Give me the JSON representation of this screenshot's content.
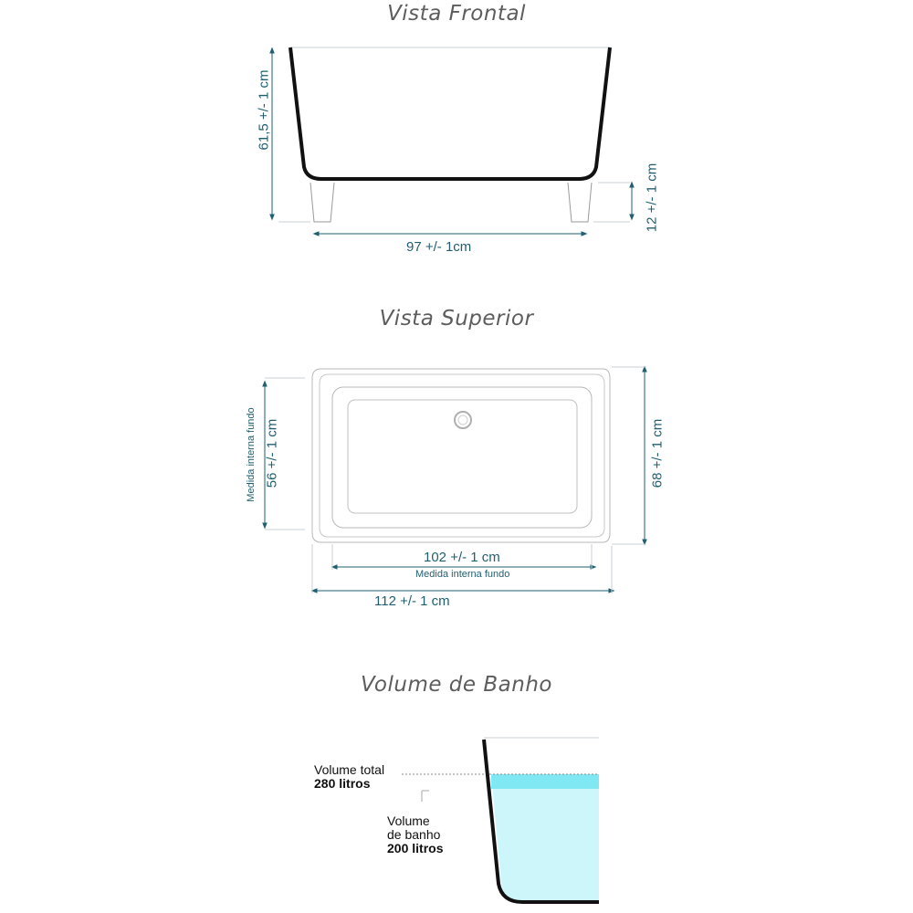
{
  "front": {
    "title": "Vista Frontal",
    "height_label": "61,5 +/- 1 cm",
    "width_label": "97 +/- 1cm",
    "feet_label": "12 +/- 1 cm"
  },
  "top": {
    "title": "Vista Superior",
    "inner_height_label": "56 +/- 1 cm",
    "inner_height_note": "Medida interna fundo",
    "outer_height_label": "68 +/- 1 cm",
    "inner_width_label": "102 +/- 1 cm",
    "inner_width_note": "Medida interna fundo",
    "outer_width_label": "112 +/- 1 cm"
  },
  "volume": {
    "title": "Volume de Banho",
    "total_label": "Volume total",
    "total_value": "280 litros",
    "bath_label_1": "Volume",
    "bath_label_2": "de banho",
    "bath_value": "200 litros"
  },
  "colors": {
    "dimension": "#1f5f70",
    "outline": "#111111",
    "water": "#cdf6fb",
    "water_top": "#7fe8f2"
  }
}
